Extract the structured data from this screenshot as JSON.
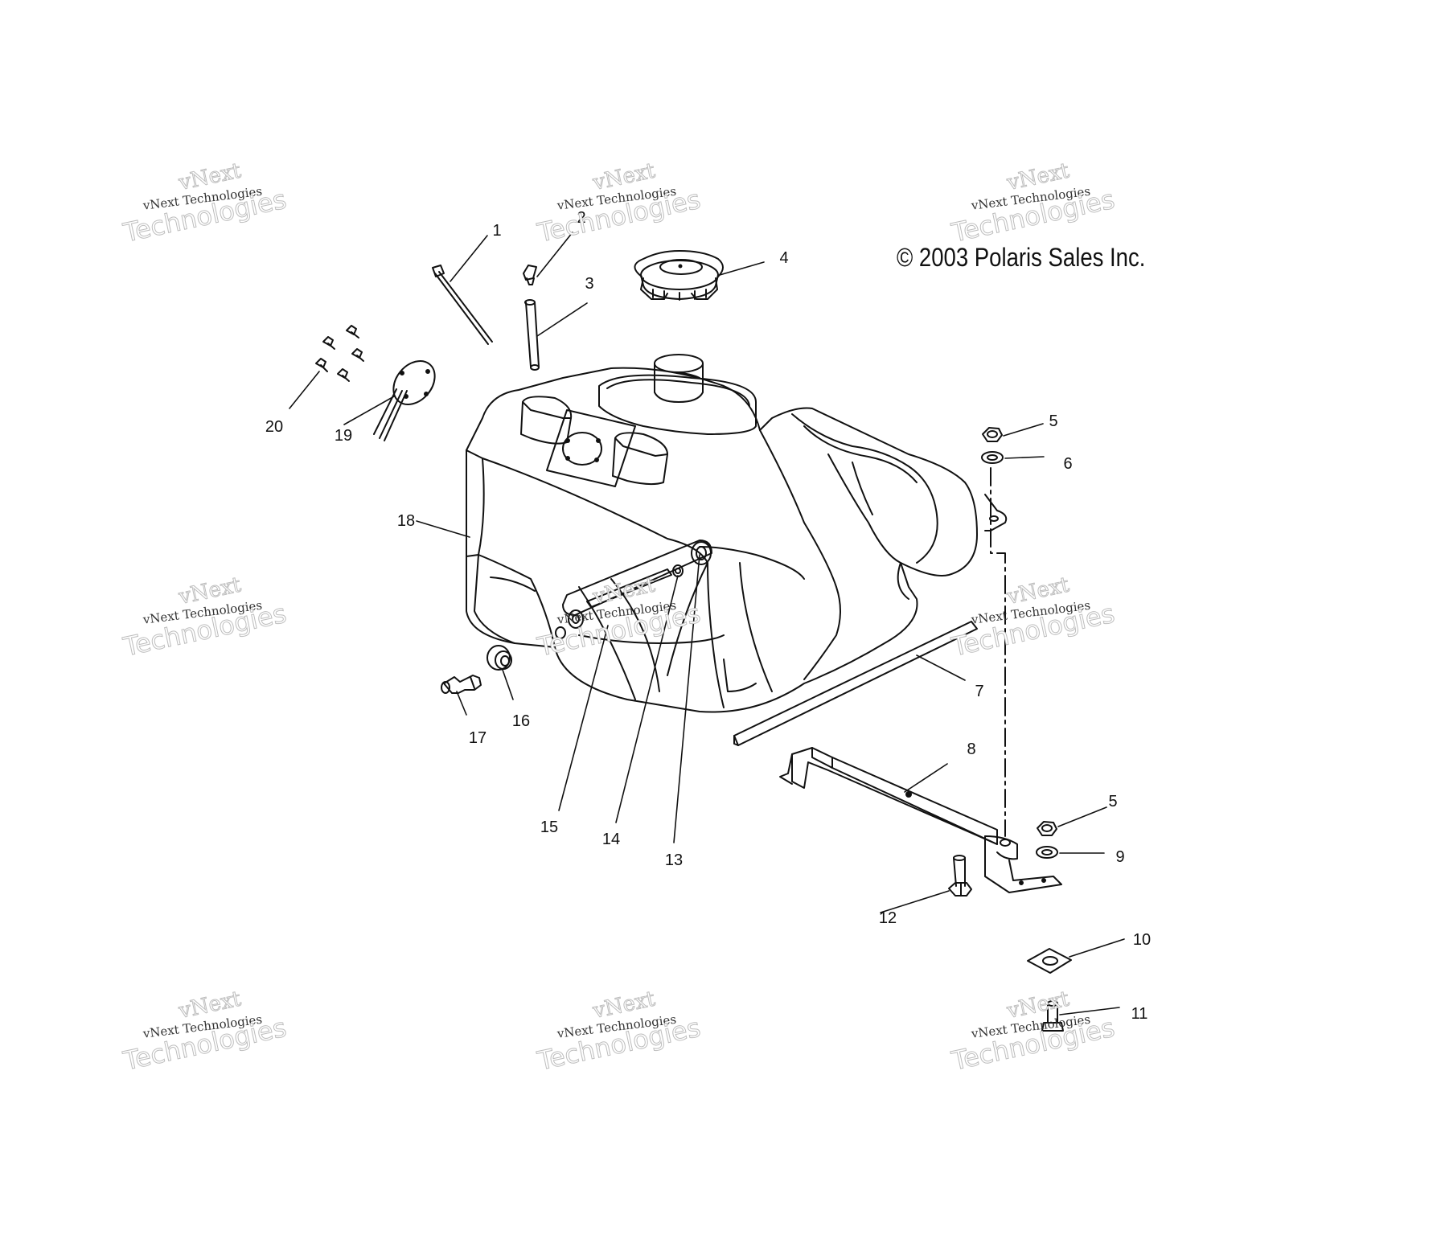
{
  "copyright": "© 2003 Polaris Sales Inc.",
  "watermark": {
    "brand": "vNext",
    "full": "vNext Technologies",
    "word": "Technologies"
  },
  "callouts": [
    "1",
    "2",
    "3",
    "4",
    "5",
    "6",
    "7",
    "8",
    "5",
    "9",
    "10",
    "11",
    "12",
    "13",
    "14",
    "15",
    "16",
    "17",
    "18",
    "19",
    "20"
  ],
  "colors": {
    "line": "#111111",
    "watermark_outline": "#bdbdbd"
  }
}
